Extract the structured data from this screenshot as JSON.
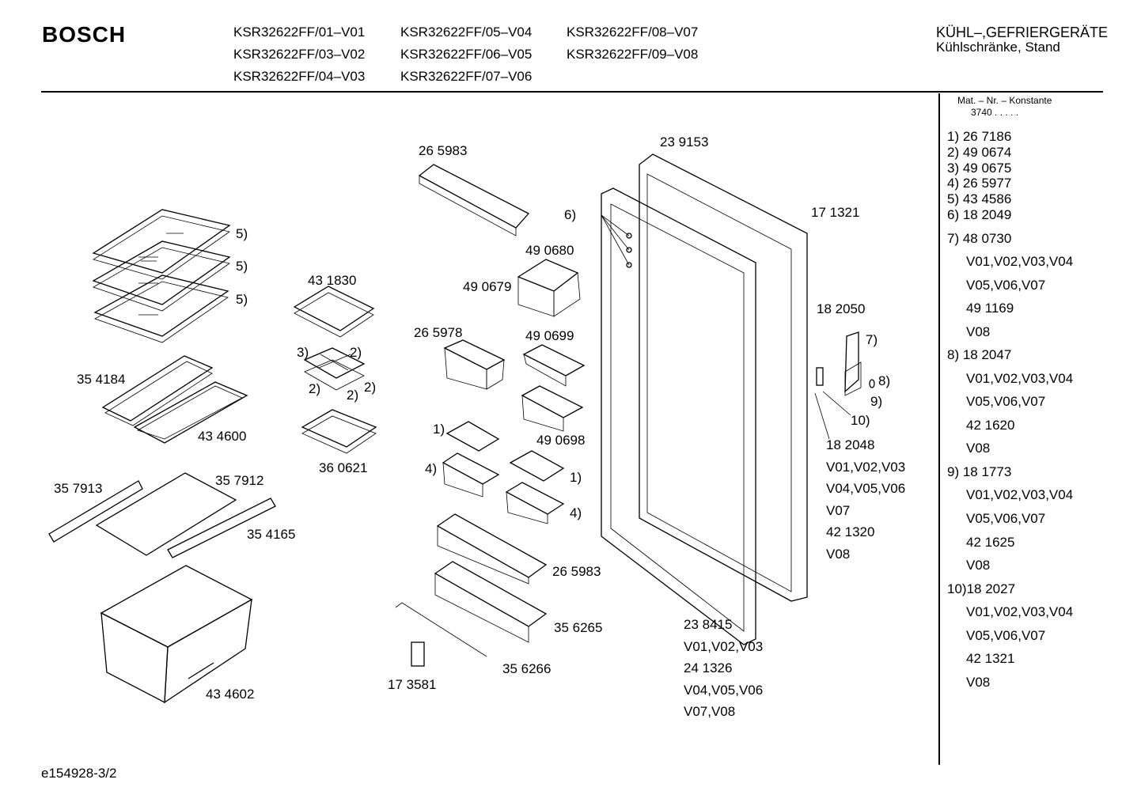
{
  "header": {
    "brand": "BOSCH",
    "models": [
      "KSR32622FF/01–V01",
      "KSR32622FF/05–V04",
      "KSR32622FF/08–V07",
      "KSR32622FF/03–V02",
      "KSR32622FF/06–V05",
      "KSR32622FF/09–V08",
      "KSR32622FF/04–V03",
      "KSR32622FF/07–V06"
    ],
    "category": "KÜHL–,GEFRIERGERÄTE",
    "subcategory": "Kühlschränke, Stand"
  },
  "sidebar": {
    "mat_title": "Mat. – Nr. – Konstante",
    "mat_value": "3740 .   .   .   .   .",
    "entries": [
      "1) 26 7186",
      "2) 49 0674",
      "3) 49 0675",
      "4) 26 5977",
      "5) 43 4586",
      "6) 18 2049",
      "7) 48 0730",
      "V01,V02,V03,V04",
      "V05,V06,V07",
      "49 1169",
      "V08",
      "8) 18 2047",
      "V01,V02,V03,V04",
      "V05,V06,V07",
      "42 1620",
      "V08",
      "9) 18 1773",
      "V01,V02,V03,V04",
      "V05,V06,V07",
      "42 1625",
      "V08",
      "10)18 2027",
      "V01,V02,V03,V04",
      "V05,V06,V07",
      "42 1321",
      "V08"
    ]
  },
  "diagram": {
    "labels": [
      "5)",
      "5)",
      "5)",
      "43 1830",
      "3)",
      "2)",
      "2)",
      "2)",
      "2)",
      "35 4184",
      "43 4600",
      "36 0621",
      "35 7913",
      "35 7912",
      "35 4165",
      "43 4602",
      "26 5983",
      "49 0680",
      "49 0679",
      "26 5978",
      "49 0699",
      "49 0698",
      "1)",
      "4)",
      "1)",
      "4)",
      "26 5983",
      "35 6265",
      "35 6266",
      "17 3581",
      "6)",
      "23 9153",
      "17 1321",
      "18 2050",
      "7)",
      "8)",
      "9)",
      "10)",
      "18 2048",
      "V01,V02,V03",
      "V04,V05,V06",
      "V07",
      "42 1320",
      "V08",
      "23 8415",
      "V01,V02,V03",
      "24 1326",
      "V04,V05,V06",
      "V07,V08"
    ]
  },
  "footer": {
    "code": "e154928-3/2"
  }
}
